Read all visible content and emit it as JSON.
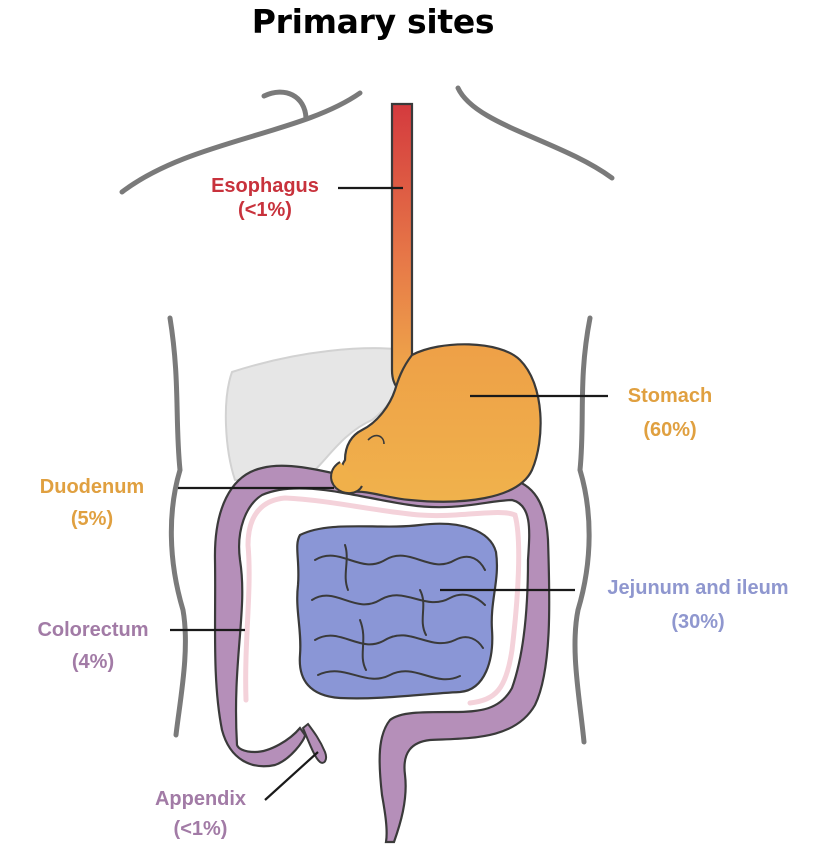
{
  "title": "Primary sites",
  "labels": {
    "esophagus": {
      "name": "Esophagus",
      "pct": "(<1%)",
      "color": "#c8323c"
    },
    "stomach": {
      "name": "Stomach",
      "pct": "(60%)",
      "color": "#e0a040"
    },
    "duodenum": {
      "name": "Duodenum",
      "pct": "(5%)",
      "color": "#e0a040"
    },
    "jejunum": {
      "name": "Jejunum and ileum",
      "pct": "(30%)",
      "color": "#8f97cf"
    },
    "colorectum": {
      "name": "Colorectum",
      "pct": "(4%)",
      "color": "#a27ba6"
    },
    "appendix": {
      "name": "Appendix",
      "pct": "(<1%)",
      "color": "#a27ba6"
    }
  },
  "colors": {
    "outline": "#7a7a7a",
    "liver": "#e6e6e6",
    "colon": "#b58fb9",
    "colon_lining": "#f4d2da",
    "small_intestine": "#8a96d6",
    "stomach": "#f0b04a",
    "esophagus_top": "#d43a3e"
  }
}
